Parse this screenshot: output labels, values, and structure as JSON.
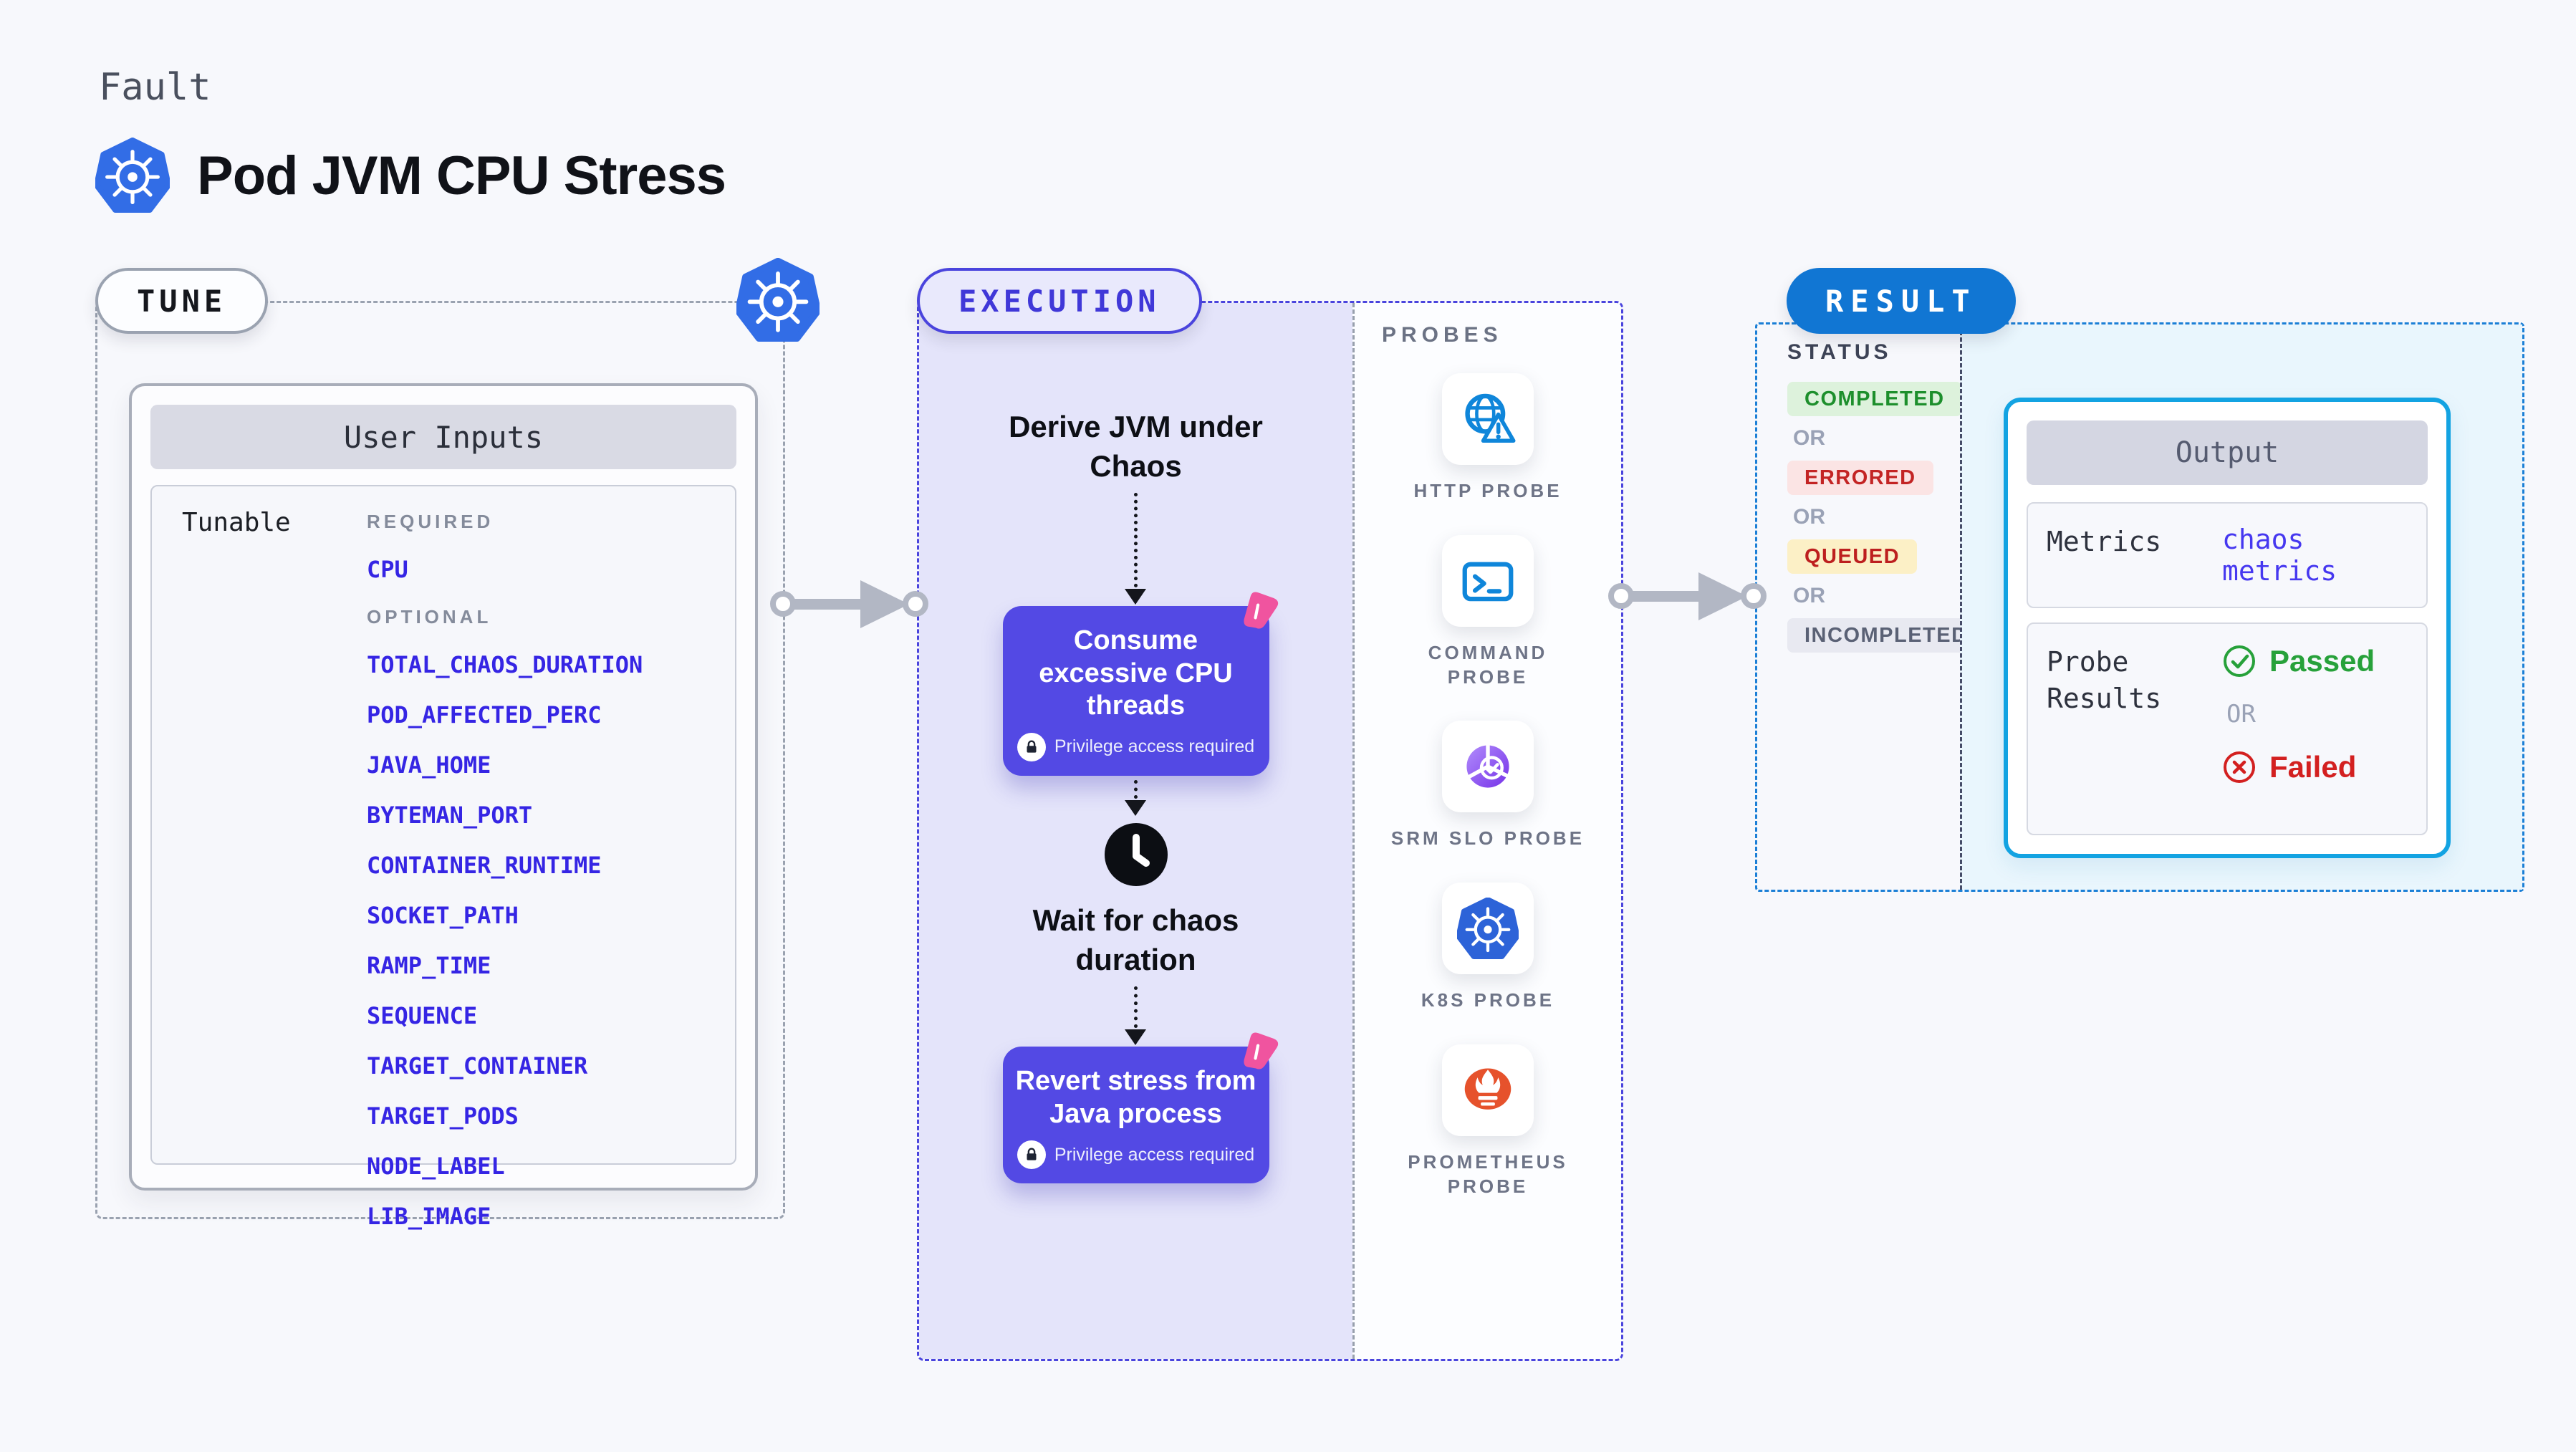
{
  "header": {
    "eyebrow": "Fault",
    "title": "Pod JVM CPU Stress"
  },
  "tune": {
    "label": "TUNE",
    "card_title": "User Inputs",
    "row_label": "Tunable",
    "required_label": "REQUIRED",
    "optional_label": "OPTIONAL",
    "required_params": [
      "CPU"
    ],
    "optional_params": [
      "TOTAL_CHAOS_DURATION",
      "POD_AFFECTED_PERC",
      "JAVA_HOME",
      "BYTEMAN_PORT",
      "CONTAINER_RUNTIME",
      "SOCKET_PATH",
      "RAMP_TIME",
      "SEQUENCE",
      "TARGET_CONTAINER",
      "TARGET_PODS",
      "NODE_LABEL",
      "LIB_IMAGE"
    ]
  },
  "execution": {
    "label": "EXECUTION",
    "flow": {
      "step1": "Derive JVM under Chaos",
      "action1": "Consume excessive CPU threads",
      "privilege_note": "Privilege access required",
      "step2": "Wait for chaos duration",
      "action2": "Revert stress from Java process"
    },
    "probes": {
      "label": "PROBES",
      "items": [
        {
          "icon": "http-probe-icon",
          "label": "HTTP PROBE"
        },
        {
          "icon": "command-probe-icon",
          "label": "COMMAND PROBE"
        },
        {
          "icon": "srm-slo-probe-icon",
          "label": "SRM SLO PROBE"
        },
        {
          "icon": "k8s-probe-icon",
          "label": "K8S PROBE"
        },
        {
          "icon": "prometheus-probe-icon",
          "label": "PROMETHEUS PROBE"
        }
      ]
    }
  },
  "result": {
    "label": "RESULT",
    "status_label": "STATUS",
    "or_label": "OR",
    "statuses": [
      "COMPLETED",
      "ERRORED",
      "QUEUED",
      "INCOMPLETED"
    ],
    "output": {
      "title": "Output",
      "metrics_label": "Metrics",
      "metrics_value": "chaos metrics",
      "probe_results_label": "Probe Results",
      "passed_label": "Passed",
      "or_label": "OR",
      "failed_label": "Failed"
    }
  },
  "colors": {
    "background": "#f7f8fc",
    "tune_border": "#9aa2b0",
    "param_blue": "#3525e4",
    "execution_border": "#4a44dd",
    "execution_fill": "#e4e4fa",
    "action_indigo": "#5349e4",
    "chaos_pink": "#f0549f",
    "kubernetes_blue": "#326de6",
    "probe_icon_blue": "#0f86da",
    "srm_purple": "#7632e8",
    "prometheus_orange": "#e6522c",
    "result_blue": "#1176d3",
    "output_border": "#13a3e2",
    "output_fill": "#e9f6fd",
    "completed_green": "#1d8f2c",
    "errored_red": "#c32424",
    "queued_red": "#bd1f1f",
    "incompleted_gray": "#5a6175",
    "passed_green": "#27a13a",
    "failed_red": "#d32020",
    "arrow_gray": "#b2b7c4"
  }
}
